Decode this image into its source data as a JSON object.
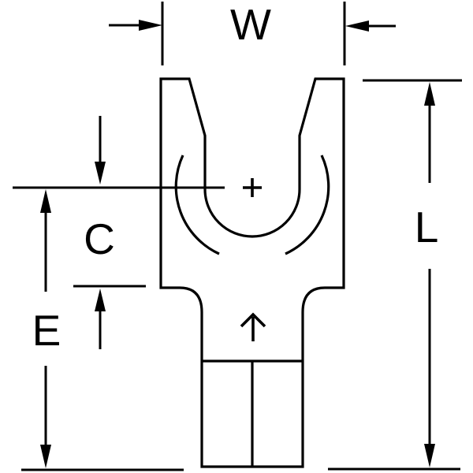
{
  "drawing": {
    "type": "technical-dimension-drawing",
    "subject": "fork-spade-crimp-terminal",
    "dimension_labels": {
      "width": "W",
      "length": "L",
      "center_to_shoulder": "C",
      "center_to_end": "E"
    },
    "icons": {
      "center_mark": "+",
      "wire_insert_arrow": "up-arrow"
    },
    "colors": {
      "line": "#000000",
      "background": "#ffffff"
    }
  }
}
